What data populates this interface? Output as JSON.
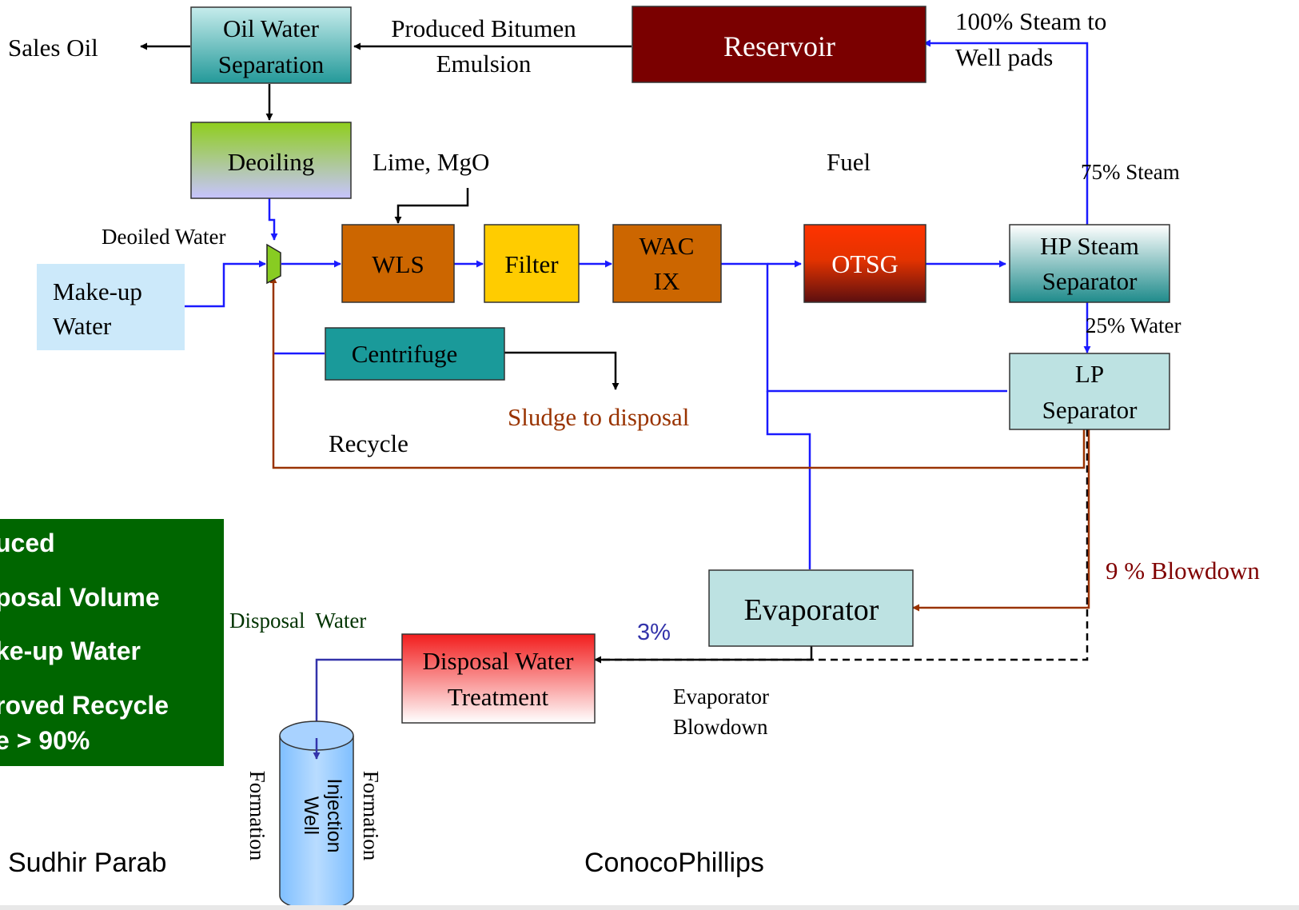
{
  "boxes": {
    "oil_water_separation": [
      "Oil Water",
      "Separation"
    ],
    "reservoir": "Reservoir",
    "deoiling": "Deoiling",
    "makeup_water": [
      "Make-up",
      "Water"
    ],
    "wls": "WLS",
    "filter": "Filter",
    "wac_ix": [
      "WAC",
      "IX"
    ],
    "otsg": "OTSG",
    "hp_steam_separator": [
      "HP Steam",
      "Separator"
    ],
    "lp_separator": [
      "LP",
      "Separator"
    ],
    "centrifuge": "Centrifuge",
    "evaporator": "Evaporator",
    "disposal_water_treatment": [
      "Disposal Water",
      "Treatment"
    ],
    "injection_well": [
      "Injection",
      "Well"
    ]
  },
  "labels": {
    "sales_oil": "Sales Oil",
    "produced_bitumen": [
      "Produced Bitumen",
      "Emulsion"
    ],
    "steam_to_wellpads": [
      "100% Steam to",
      "Well pads"
    ],
    "lime_mgo": "Lime, MgO",
    "fuel": "Fuel",
    "steam_75": "75% Steam",
    "water_25": "25% Water",
    "deoiled_water": "Deoiled Water",
    "sludge": "Sludge to disposal",
    "recycle": "Recycle",
    "blowdown_9": "9 % Blowdown",
    "disposal_water": "Disposal  Water",
    "pct_3": "3%",
    "evap_blowdown": [
      "Evaporator",
      "Blowdown"
    ],
    "formation_left": "Formation",
    "formation_right": "Formation"
  },
  "legend": [
    "uced",
    "posal Volume",
    "ke-up Water",
    "roved Recycle",
    "e > 90%"
  ],
  "footer": {
    "left": "Sudhir Parab",
    "center": "ConocoPhillips"
  },
  "colors": {
    "blue_line": "#1a1aff",
    "brown_line": "#993300",
    "legend_bg": "#006600",
    "reservoir": "#7a0000",
    "block_orange": "#cc6600",
    "filter": "#ffcc00"
  }
}
